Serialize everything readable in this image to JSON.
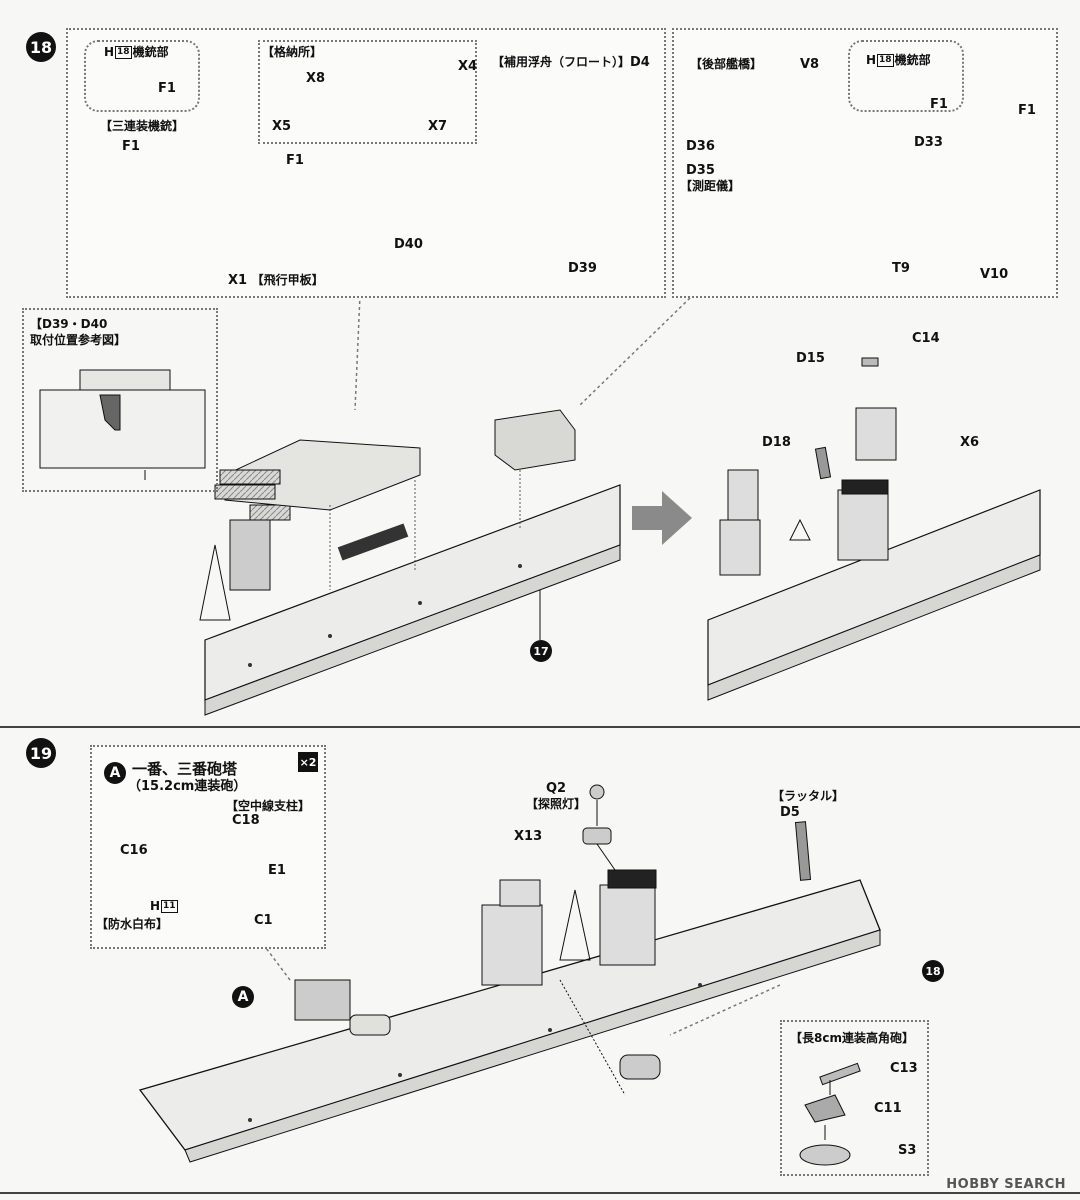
{
  "step18": {
    "number": "18",
    "sub_step": "17",
    "machine_gun_ref": {
      "h": "H",
      "num": "18",
      "text": "機銃部",
      "part": "F1"
    },
    "machine_gun_ref2": {
      "h": "H",
      "num": "18",
      "text": "機銃部",
      "part": "F1"
    },
    "triple_mg_label": "【三連装機銃】",
    "storage_label": "【格納所】",
    "float_label": "【補用浮舟（フロート）】",
    "flight_deck_label": "【飛行甲板】",
    "aft_bridge_label": "【後部艦橋】",
    "rangefinder_label": "【測距儀】",
    "ref_title": "【D39・D40",
    "ref_title2": "取付位置参考図】",
    "parts": {
      "f1_a": "F1",
      "f1_b": "F1",
      "f1_c": "F1",
      "x8": "X8",
      "x4": "X4",
      "x5": "X5",
      "x7": "X7",
      "d4": "D4",
      "x1": "X1",
      "d40": "D40",
      "d39": "D39",
      "v8": "V8",
      "d36": "D36",
      "d35": "D35",
      "d33": "D33",
      "t9": "T9",
      "v10": "V10",
      "d15": "D15",
      "c14": "C14",
      "d18": "D18",
      "x6": "X6"
    }
  },
  "step19": {
    "number": "19",
    "sub_step": "18",
    "turret_marker": "A",
    "turret_title": "一番、三番砲塔",
    "turret_sub": "（15.2cm連装砲）",
    "qty": "×2",
    "antenna_label": "【空中線支柱】",
    "canvas_label": "【防水白布】",
    "searchlight_label": "【探照灯】",
    "ladder_label": "【ラッタル】",
    "aa_gun_label": "【長8cm連装高角砲】",
    "canvas_ref": {
      "h": "H",
      "num": "11"
    },
    "parts": {
      "c18": "C18",
      "c16": "C16",
      "e1": "E1",
      "c1": "C1",
      "q2": "Q2",
      "x13": "X13",
      "d5": "D5",
      "c13": "C13",
      "c11": "C11",
      "s3": "S3"
    }
  },
  "watermark": "HOBBY SEARCH",
  "colors": {
    "ink": "#111111",
    "hull": "#e9e9e6",
    "shade": "#b9b9b4",
    "dark": "#555555",
    "arrow": "#8a8a8a"
  }
}
